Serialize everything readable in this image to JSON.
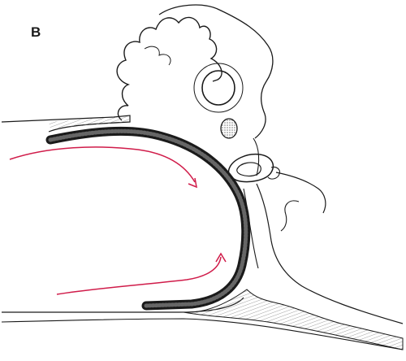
{
  "figure": {
    "panel_label": "B",
    "colors": {
      "line": "#1a1a1a",
      "arrow": "#d01c4a",
      "tube_fill": "#555555",
      "stipple": "#777777",
      "background": "#ffffff"
    },
    "elements": [
      "brain-outline",
      "rounded-cavity",
      "stippled-oval",
      "vertebra-ring",
      "curved-tube",
      "upper-red-arrow",
      "lower-red-arrow",
      "throat-outlines",
      "lower-stippled-tissue"
    ]
  }
}
